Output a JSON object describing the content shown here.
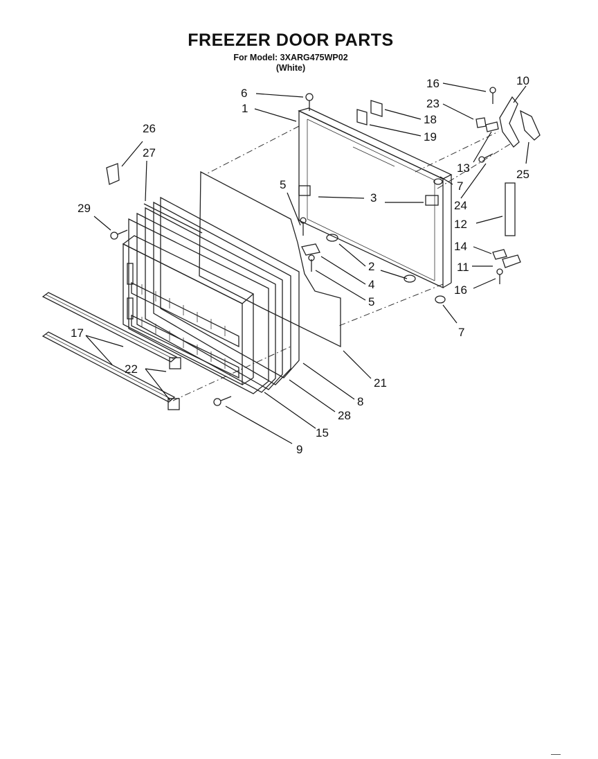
{
  "header": {
    "title": "FREEZER DOOR PARTS",
    "model": "For Model: 3XARG475WP02",
    "color": "(White)"
  },
  "callouts": [
    {
      "id": "c6",
      "label": "6"
    },
    {
      "id": "c1",
      "label": "1"
    },
    {
      "id": "c18",
      "label": "18"
    },
    {
      "id": "c19",
      "label": "19"
    },
    {
      "id": "c16a",
      "label": "16"
    },
    {
      "id": "c10",
      "label": "10"
    },
    {
      "id": "c23",
      "label": "23"
    },
    {
      "id": "c13",
      "label": "13"
    },
    {
      "id": "c25",
      "label": "25"
    },
    {
      "id": "c7a",
      "label": "7"
    },
    {
      "id": "c24",
      "label": "24"
    },
    {
      "id": "c26",
      "label": "26"
    },
    {
      "id": "c27",
      "label": "27"
    },
    {
      "id": "c5a",
      "label": "5"
    },
    {
      "id": "c3",
      "label": "3"
    },
    {
      "id": "c29",
      "label": "29"
    },
    {
      "id": "c12",
      "label": "12"
    },
    {
      "id": "c14",
      "label": "14"
    },
    {
      "id": "c2",
      "label": "2"
    },
    {
      "id": "c11",
      "label": "11"
    },
    {
      "id": "c4",
      "label": "4"
    },
    {
      "id": "c16b",
      "label": "16"
    },
    {
      "id": "c5b",
      "label": "5"
    },
    {
      "id": "c7b",
      "label": "7"
    },
    {
      "id": "c17",
      "label": "17"
    },
    {
      "id": "c21",
      "label": "21"
    },
    {
      "id": "c22",
      "label": "22"
    },
    {
      "id": "c8",
      "label": "8"
    },
    {
      "id": "c28",
      "label": "28"
    },
    {
      "id": "c15",
      "label": "15"
    },
    {
      "id": "c9",
      "label": "9"
    }
  ]
}
